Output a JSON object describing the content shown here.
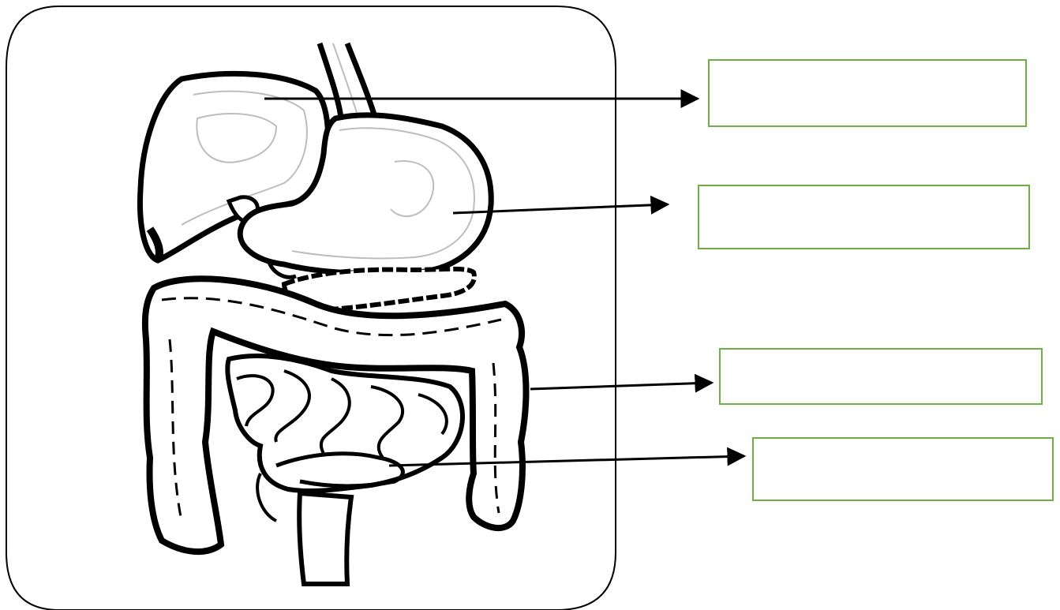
{
  "diagram": {
    "colors": {
      "outline": "#000000",
      "organ_fill": "#ffffff",
      "inner_line": "#bdbdbd",
      "label_box_border": "#70ad47"
    },
    "label_boxes": [
      {
        "points_to": "liver",
        "text": ""
      },
      {
        "points_to": "stomach",
        "text": ""
      },
      {
        "points_to": "large-intestine",
        "text": ""
      },
      {
        "points_to": "small-intestine",
        "text": ""
      }
    ]
  }
}
